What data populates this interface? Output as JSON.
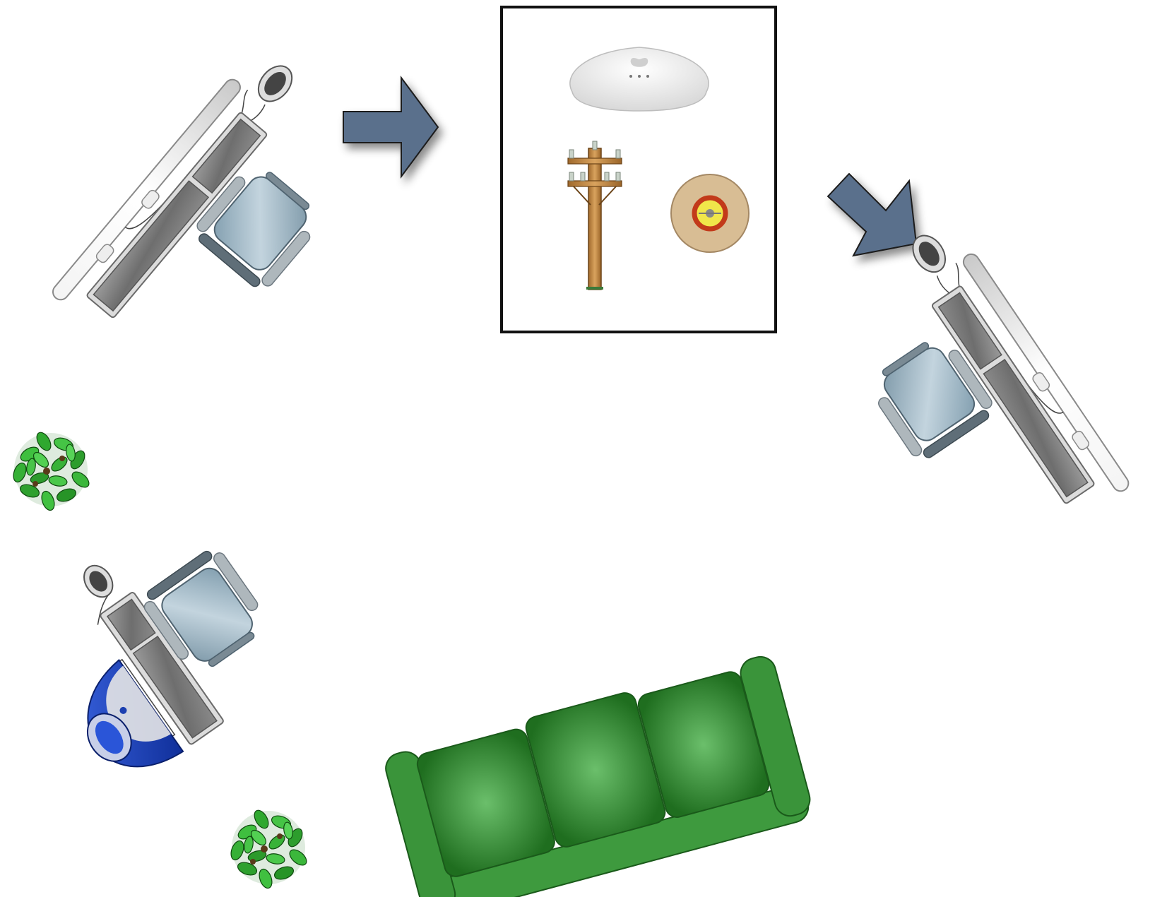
{
  "diagram": {
    "kind": "office-network-floorplan",
    "background_color": "#ffffff",
    "frame_color": "#111111",
    "components": [
      {
        "id": "workstation-top-left",
        "type": "desktop-workstation",
        "icon": "flat-monitor-keyboard-mouse-chair"
      },
      {
        "id": "arrow-to-network",
        "type": "arrow",
        "icon": "arrow-right-icon",
        "color": "#5a6f8c"
      },
      {
        "id": "network-box",
        "type": "group",
        "contents": [
          "wireless-base-station-icon",
          "utility-pole-icon",
          "wall-outlet-icon"
        ]
      },
      {
        "id": "arrow-to-right-workstation",
        "type": "arrow",
        "icon": "arrow-down-right-icon",
        "color": "#5a6f8c"
      },
      {
        "id": "workstation-right",
        "type": "desktop-workstation",
        "icon": "flat-monitor-keyboard-mouse-chair"
      },
      {
        "id": "plant-left",
        "type": "plant",
        "icon": "plant-icon",
        "color": "#2e9e2e"
      },
      {
        "id": "workstation-bottom-left",
        "type": "desktop-workstation",
        "icon": "imac-keyboard-mouse-chair",
        "accent_color": "#1b3fb0"
      },
      {
        "id": "plant-bottom",
        "type": "plant",
        "icon": "plant-icon",
        "color": "#2e9e2e"
      },
      {
        "id": "sofa",
        "type": "sofa",
        "icon": "three-seat-sofa-icon",
        "color": "#2f8a2f"
      }
    ]
  }
}
